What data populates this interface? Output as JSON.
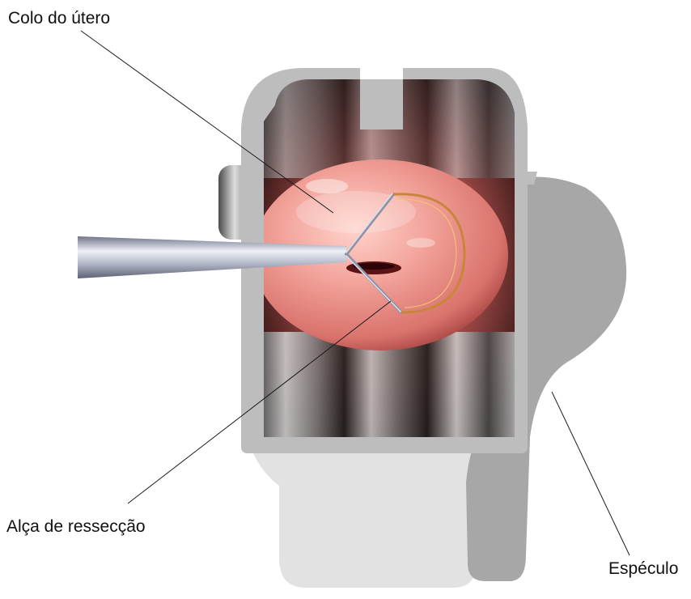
{
  "labels": {
    "cervix": "Colo do útero",
    "loop": "Alça de ressecção",
    "speculum": "Espéculo"
  },
  "colors": {
    "speculum_light": "#e2e2e2",
    "speculum_dark": "#a7a7a7",
    "speculum_frame": "#bdbdbd",
    "tissue": "#e88f88",
    "tissue_dark": "#b8504c",
    "loop_wire": "#c9853a",
    "instrument": "#a6abbd",
    "leader_line": "#1a1a1a"
  },
  "icons": {
    "cervix": "cervix-illustration",
    "loop": "resection-loop-icon",
    "speculum": "speculum-illustration"
  }
}
